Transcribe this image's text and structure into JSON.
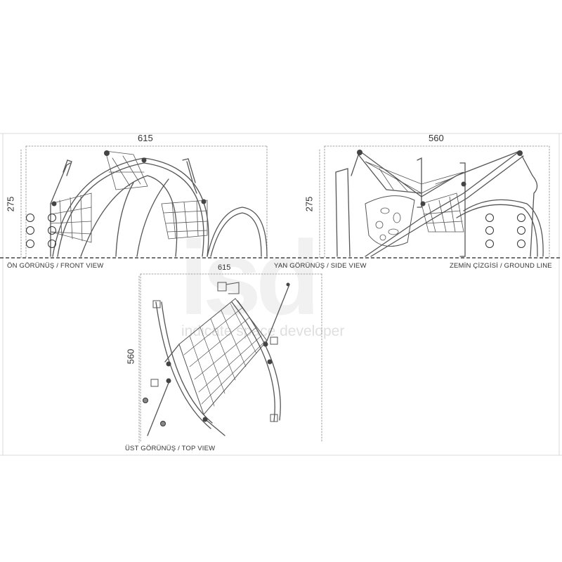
{
  "watermark": {
    "logo": "isd",
    "tagline": "indicate space developer"
  },
  "front_view": {
    "title": "ÖN GÖRÜNÜŞ / FRONT VIEW",
    "width": "615",
    "height": "275"
  },
  "side_view": {
    "title": "YAN GÖRÜNÜŞ / SIDE VIEW",
    "width": "560",
    "height": "275"
  },
  "ground_line": {
    "title": "ZEMİN ÇİZGİSİ / GROUND LINE"
  },
  "top_view": {
    "title": "ÜST GÖRÜNÜŞ / TOP VIEW",
    "width": "615",
    "height": "560"
  },
  "colors": {
    "line": "#555555",
    "dim": "#888888",
    "ground": "#444444",
    "watermark": "#e8e8e8"
  }
}
